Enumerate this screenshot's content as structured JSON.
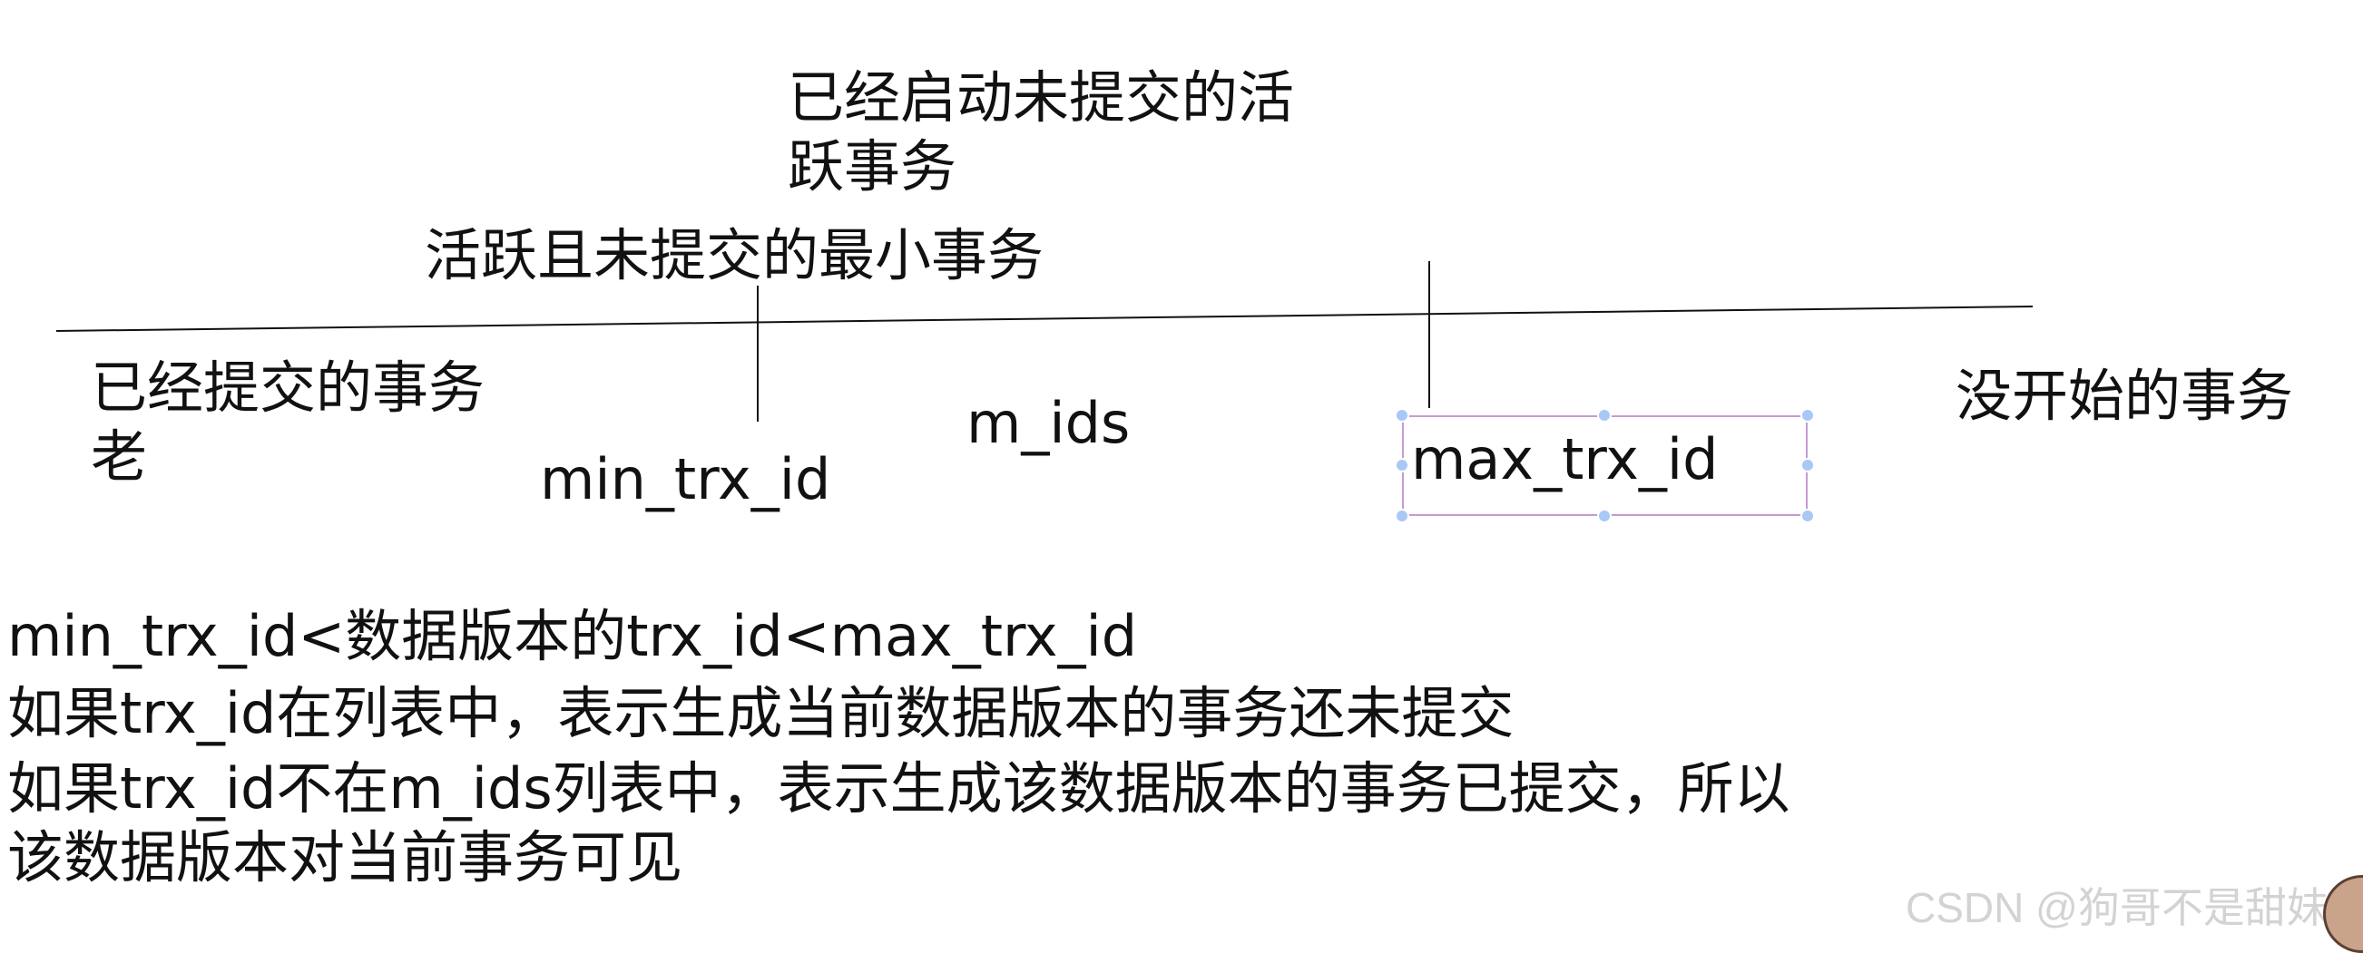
{
  "labels": {
    "active_uncommitted": "已经启动未提交的活\n跃事务",
    "min_active": "活跃且未提交的最小事务",
    "committed": "已经提交的事务\n老",
    "min_trx_id": "min_trx_id",
    "m_ids": "m_ids",
    "max_trx_id": "max_trx_id",
    "not_started": "没开始的事务"
  },
  "notes": {
    "line1": "min_trx_id<数据版本的trx_id<max_trx_id",
    "line2": "如果trx_id在列表中，表示生成当前数据版本的事务还未提交",
    "line3": "如果trx_id不在m_ids列表中，表示生成该数据版本的事务已提交，所以\n该数据版本对当前事务可见"
  },
  "watermark": "CSDN @狗哥不是甜妹",
  "colors": {
    "text": "#111111",
    "selection_border": "#c79ad0",
    "selection_handle": "#a8c8f5",
    "watermark": "#d3d3d3"
  },
  "icons": {
    "avatar": "user-avatar-icon"
  }
}
